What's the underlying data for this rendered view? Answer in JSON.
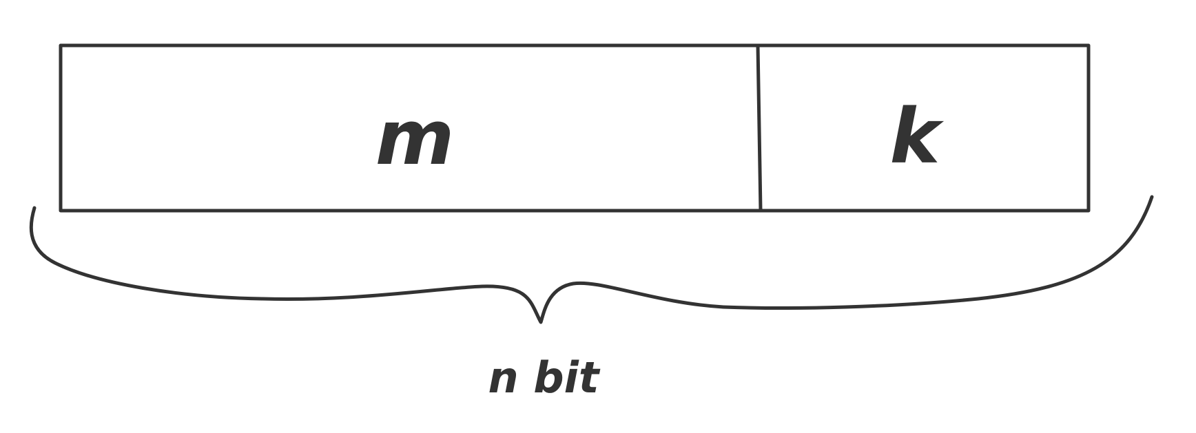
{
  "diagram": {
    "segments": [
      {
        "label": "m"
      },
      {
        "label": "k"
      }
    ],
    "brace_label": "n bit"
  },
  "colors": {
    "ink": "#333333",
    "background": "#ffffff"
  }
}
